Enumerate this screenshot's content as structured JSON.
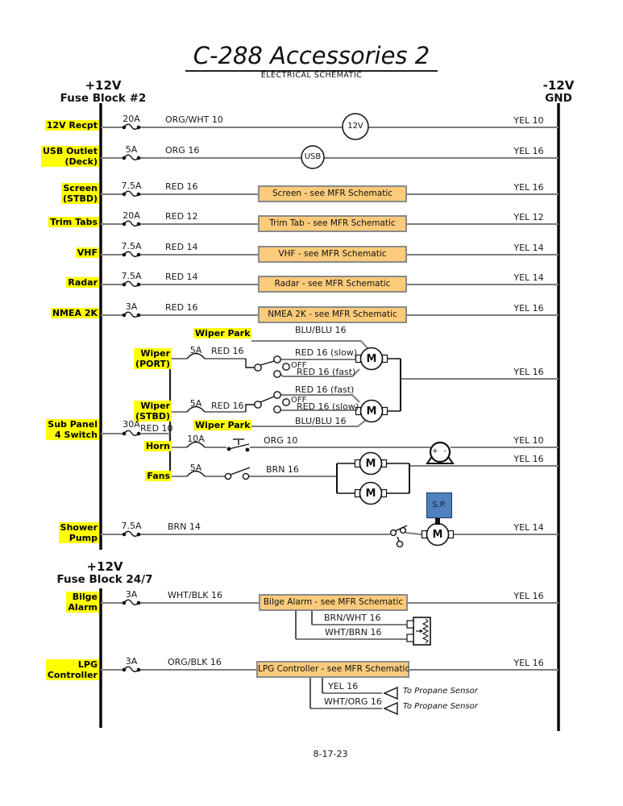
{
  "title": "C-288 Accessories 2",
  "subtitle": "ELECTRICAL SCHEMATIC",
  "date": "8-17-23",
  "buses": {
    "fb2": {
      "v": "+12V",
      "n": "Fuse Block #2"
    },
    "fb247": {
      "v": "+12V",
      "n": "Fuse Block 24/7"
    },
    "gnd": {
      "v": "-12V",
      "n": "GND"
    }
  },
  "c": {
    "recpt": {
      "label": "12V Recpt",
      "fuse": "20A",
      "wire": "ORG/WHT 10",
      "device": "12V",
      "gnd": "YEL 10"
    },
    "usb": {
      "label": "USB Outlet\n(Deck)",
      "fuse": "5A",
      "wire": "ORG 16",
      "device": "USB",
      "gnd": "YEL 16"
    },
    "screen": {
      "label": "Screen\n(STBD)",
      "fuse": "7.5A",
      "wire": "RED 16",
      "box": "Screen - see MFR Schematic",
      "gnd": "YEL 16"
    },
    "trim": {
      "label": "Trim Tabs",
      "fuse": "20A",
      "wire": "RED 12",
      "box": "Trim Tab - see MFR Schematic",
      "gnd": "YEL 12"
    },
    "vhf": {
      "label": "VHF",
      "fuse": "7.5A",
      "wire": "RED 14",
      "box": "VHF - see MFR Schematic",
      "gnd": "YEL 14"
    },
    "radar": {
      "label": "Radar",
      "fuse": "7.5A",
      "wire": "RED 14",
      "box": "Radar - see MFR Schematic",
      "gnd": "YEL 14"
    },
    "nmea": {
      "label": "NMEA 2K",
      "fuse": "3A",
      "wire": "RED 16",
      "box": "NMEA 2K - see MFR Schematic",
      "gnd": "YEL 16"
    },
    "subpanel": {
      "label": "Sub Panel\n4 Switch",
      "fuse": "30A",
      "wire": "RED 10"
    },
    "wiper_port": {
      "label": "Wiper\n(PORT)",
      "fuse": "5A",
      "wire": "RED 16",
      "park": "Wiper Park",
      "park_wire": "BLU/BLU 16",
      "pos_top": "RED 16 (slow)",
      "off": "OFF",
      "pos_bottom": "RED 16 (fast)",
      "motor": "M"
    },
    "wiper_stbd": {
      "label": "Wiper\n(STBD)",
      "fuse": "5A",
      "wire": "RED 16",
      "park": "Wiper Park",
      "park_wire": "BLU/BLU 16",
      "pos_top": "RED 16 (fast)",
      "off": "OFF",
      "pos_bottom": "RED 16 (slow)",
      "motor": "M"
    },
    "wiper_gnd": "YEL 16",
    "horn": {
      "label": "Horn",
      "fuse": "10A",
      "wire": "ORG 10",
      "sign": "+  -",
      "gnd": "YEL 10"
    },
    "fans": {
      "label": "Fans",
      "fuse": "5A",
      "wire": "BRN 16",
      "motor1": "M",
      "motor2": "M",
      "gnd": "YEL 16"
    },
    "shower": {
      "label": "Shower\nPump",
      "fuse": "7.5A",
      "wire": "BRN 14",
      "sp": "S.P.",
      "motor": "M",
      "gnd": "YEL 14"
    },
    "bilge": {
      "label": "Bilge\nAlarm",
      "fuse": "3A",
      "wire": "WHT/BLK 16",
      "box": "Bilge Alarm - see MFR Schematic",
      "gnd": "YEL 16",
      "aux1": "BRN/WHT 16",
      "aux2": "WHT/BRN 16"
    },
    "lpg": {
      "label": "LPG\nController",
      "fuse": "3A",
      "wire": "ORG/BLK 16",
      "box": "LPG Controller - see MFR Schematic",
      "gnd": "YEL 16",
      "aux1": "YEL 16",
      "aux1_dest": "To Propane Sensor",
      "aux2": "WHT/ORG 16",
      "aux2_dest": "To Propane Sensor"
    }
  },
  "colors": {
    "highlight": "#FFFF00",
    "box_fill": "#FBCB7B",
    "sp_fill": "#4E81BD",
    "wire": "#7D7D7D",
    "bus": "#000000"
  }
}
